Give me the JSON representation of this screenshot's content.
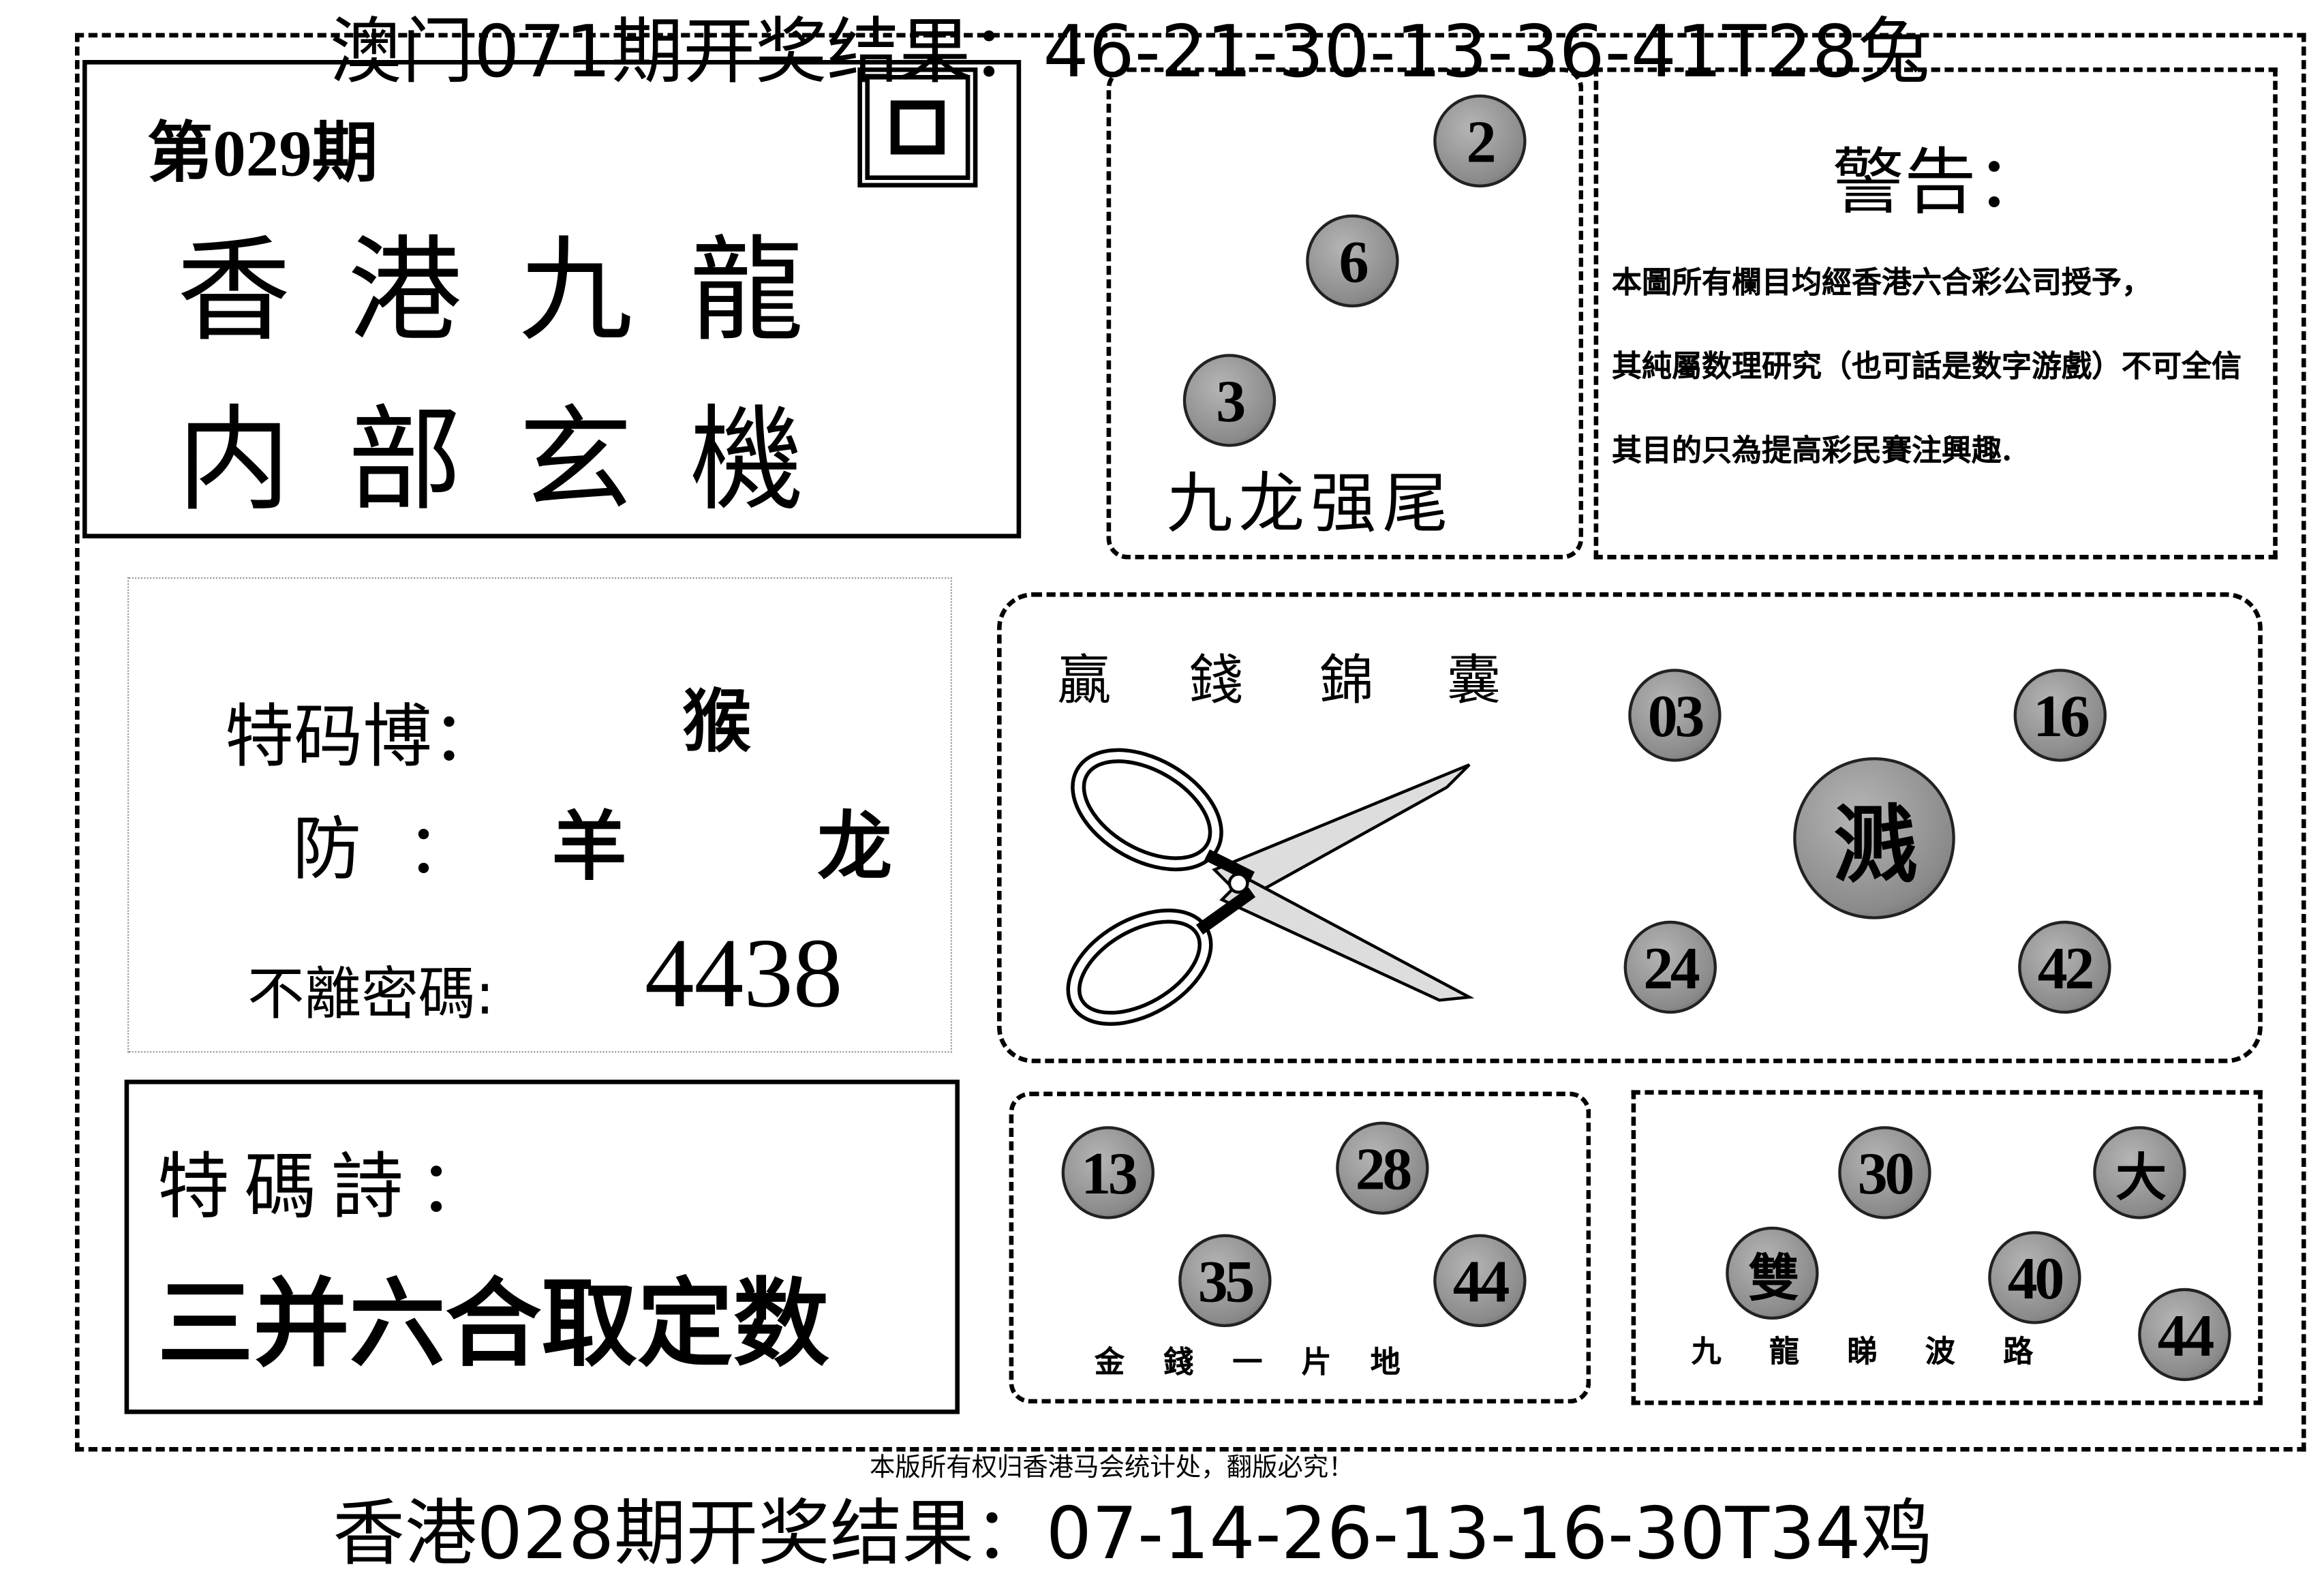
{
  "header": {
    "macau_result": "澳门071期开奖结果：46-21-30-13-36-41T28兔"
  },
  "issue": {
    "label": "第029期"
  },
  "title": {
    "line1": "香港九龍",
    "line2": "内部玄機"
  },
  "tail_box": {
    "balls": [
      "2",
      "6",
      "3"
    ],
    "caption": "九龙强尾"
  },
  "warning": {
    "title": "警告：",
    "lines": [
      "本圖所有欄目均經香港六合彩公司授予，",
      "其純屬数理研究（也可話是数字游戲）不可全信",
      "其目的只為提高彩民賽注興趣."
    ]
  },
  "special": {
    "bet_label": "特码博：",
    "bet_value": "猴",
    "guard_label": "防：",
    "guard_values": [
      "羊",
      "龙"
    ],
    "code_label": "不離密碼:",
    "code_value": "4438"
  },
  "scissors_box": {
    "title_chars": [
      "贏",
      "錢",
      "錦",
      "囊"
    ],
    "balls": [
      "03",
      "16",
      "溅",
      "24",
      "42"
    ]
  },
  "poem": {
    "label": "特碼詩：",
    "text": "三并六合取定数"
  },
  "money_box": {
    "balls": [
      "13",
      "28",
      "35",
      "44"
    ],
    "caption": "金錢一片地"
  },
  "ball_road_box": {
    "balls": [
      "30",
      "大",
      "雙",
      "40",
      "44"
    ],
    "caption": "九龍睇波路"
  },
  "copyright": "本版所有权归香港马会统计处，翻版必究！",
  "footer": {
    "hk_result": "香港028期开奖结果：07-14-26-13-16-30T34鸡"
  }
}
